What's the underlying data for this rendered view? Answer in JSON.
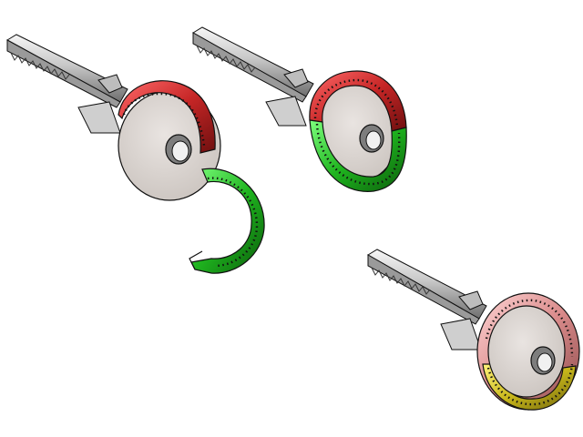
{
  "scene": {
    "background": "#ffffff",
    "objects": [
      {
        "id": "key-1",
        "ring_state": "open",
        "ring_colors": {
          "upper": "#c62626",
          "lower": "#1fb41f"
        }
      },
      {
        "id": "key-2",
        "ring_state": "closed",
        "ring_colors": {
          "upper": "#c62626",
          "lower": "#1fb41f"
        }
      },
      {
        "id": "key-3",
        "ring_state": "assembled",
        "ring_colors": {
          "upper": "#d98a8a",
          "lower": "#c9b81c"
        }
      }
    ],
    "colors": {
      "key_metal": "#cfcfcf",
      "key_highlight": "#f4f4f4",
      "key_shadow": "#7a7a7a",
      "head_fill": "#d6d0cc",
      "outline": "#111111"
    },
    "icons": {
      "key": "key-icon",
      "ring": "split-ring-icon"
    }
  }
}
